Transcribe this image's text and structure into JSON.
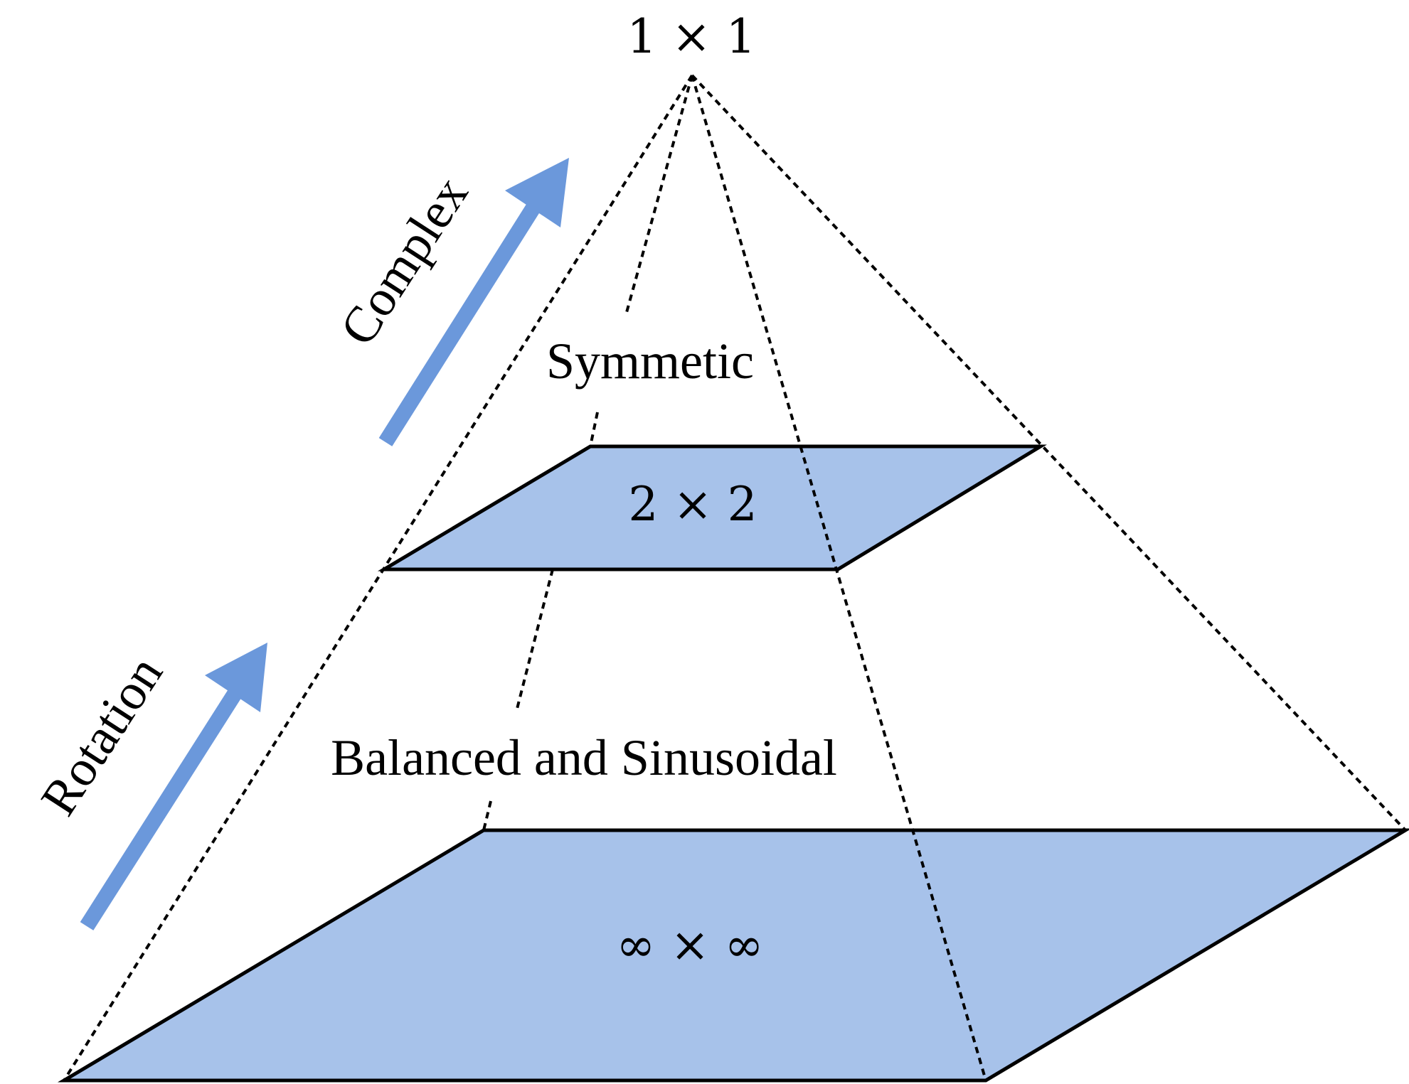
{
  "colors": {
    "plane_fill": "#a7c2ea",
    "arrow": "#6b98db",
    "stroke": "#000000"
  },
  "diagram": {
    "apex_label": "1 × 1",
    "middle_plane_label": "2 × 2",
    "base_plane_label": "∞ × ∞",
    "upper_band_label": "Symmetic",
    "lower_band_label": "Balanced and Sinusoidal",
    "upper_arrow_label": "Complex",
    "lower_arrow_label": "Rotation"
  }
}
